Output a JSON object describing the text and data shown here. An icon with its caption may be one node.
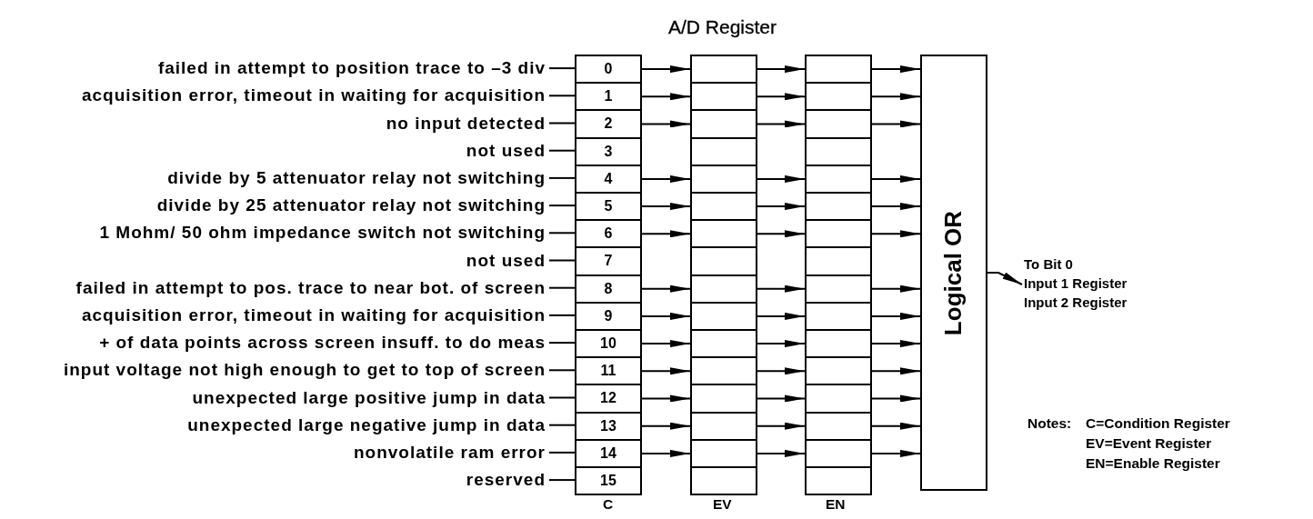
{
  "diagram": {
    "title": "A/D Register",
    "nodes": [
      {
        "text": [
          "failed in attempt to position trace to –3 div"
        ]
      },
      {
        "text": [
          "0"
        ]
      },
      {
        "text": [],
        "shape": "box"
      },
      {
        "text": [],
        "shape": "box"
      },
      {
        "text": [
          "acquisition error, timeout in waiting for acquisition"
        ]
      },
      {
        "text": [
          "1"
        ]
      },
      {
        "text": [],
        "shape": "box"
      },
      {
        "text": [],
        "shape": "box"
      },
      {
        "text": [
          "no input detected"
        ]
      },
      {
        "text": [
          "2"
        ]
      },
      {
        "text": [],
        "shape": "box"
      },
      {
        "text": [],
        "shape": "box"
      },
      {
        "text": [
          "not used"
        ]
      },
      {
        "text": [
          "3"
        ]
      },
      {
        "text": [],
        "shape": "box"
      },
      {
        "text": [],
        "shape": "box"
      },
      {
        "text": [
          "divide by 5 attenuator relay not switching"
        ]
      },
      {
        "text": [
          "4"
        ]
      },
      {
        "text": [],
        "shape": "box"
      },
      {
        "text": [],
        "shape": "box"
      },
      {
        "text": [
          "divide by 25 attenuator relay not switching"
        ]
      },
      {
        "text": [
          "5"
        ]
      },
      {
        "text": [],
        "shape": "box"
      },
      {
        "text": [],
        "shape": "box"
      },
      {
        "text": [
          "1 Mohm/ 50 ohm impedance switch not switching"
        ]
      },
      {
        "text": [
          "6"
        ]
      },
      {
        "text": [],
        "shape": "box"
      },
      {
        "text": [],
        "shape": "box"
      },
      {
        "text": [
          "not used"
        ]
      },
      {
        "text": [
          "7"
        ]
      },
      {
        "text": [],
        "shape": "box"
      },
      {
        "text": [],
        "shape": "box"
      },
      {
        "text": [
          "failed in attempt to pos. trace to near bot. of screen"
        ]
      },
      {
        "text": [
          "8"
        ]
      },
      {
        "text": [],
        "shape": "box"
      },
      {
        "text": [],
        "shape": "box"
      },
      {
        "text": [
          "acquisition error, timeout in waiting for acquisition"
        ]
      },
      {
        "text": [
          "9"
        ]
      },
      {
        "text": [],
        "shape": "box"
      },
      {
        "text": [],
        "shape": "box"
      },
      {
        "text": [
          "+ of data points across screen insuff. to do meas"
        ]
      },
      {
        "text": [
          "10"
        ]
      },
      {
        "text": [],
        "shape": "box"
      },
      {
        "text": [],
        "shape": "box"
      },
      {
        "text": [
          "input voltage not high enough to get to top of screen"
        ]
      },
      {
        "text": [
          "11"
        ]
      },
      {
        "text": [],
        "shape": "box"
      },
      {
        "text": [],
        "shape": "box"
      },
      {
        "text": [
          "unexpected large positive jump in data"
        ]
      },
      {
        "text": [
          "12"
        ]
      },
      {
        "text": [],
        "shape": "box"
      },
      {
        "text": [],
        "shape": "box"
      },
      {
        "text": [
          "unexpected large negative jump in data"
        ]
      },
      {
        "text": [
          "13"
        ]
      },
      {
        "text": [],
        "shape": "box"
      },
      {
        "text": [],
        "shape": "box"
      },
      {
        "text": [
          "nonvolatile ram error"
        ]
      },
      {
        "text": [
          "14"
        ]
      },
      {
        "text": [],
        "shape": "box"
      },
      {
        "text": [],
        "shape": "box"
      },
      {
        "text": [
          "reserved"
        ]
      },
      {
        "text": [
          "15"
        ]
      },
      {
        "text": [],
        "shape": "box"
      },
      {
        "text": [],
        "shape": "box"
      },
      {
        "text": [
          "Logical OR"
        ]
      },
      {
        "text": [
          "To Bit 0",
          "Input 1 Register",
          "Input 2 Register"
        ]
      }
    ],
    "edges": [
      {
        "from": 0,
        "to": 1,
        "arrow": "none"
      },
      {
        "from": 1,
        "to": 2,
        "arrow": "to"
      },
      {
        "from": 2,
        "to": 3,
        "arrow": "to"
      },
      {
        "from": 3,
        "to": 64,
        "arrow": "to"
      },
      {
        "from": 4,
        "to": 5,
        "arrow": "none"
      },
      {
        "from": 5,
        "to": 6,
        "arrow": "to"
      },
      {
        "from": 6,
        "to": 7,
        "arrow": "to"
      },
      {
        "from": 7,
        "to": 64,
        "arrow": "to"
      },
      {
        "from": 8,
        "to": 9,
        "arrow": "none"
      },
      {
        "from": 9,
        "to": 10,
        "arrow": "to"
      },
      {
        "from": 10,
        "to": 11,
        "arrow": "to"
      },
      {
        "from": 11,
        "to": 64,
        "arrow": "to"
      },
      {
        "from": 12,
        "to": 13,
        "arrow": "none"
      },
      {
        "from": 16,
        "to": 17,
        "arrow": "none"
      },
      {
        "from": 17,
        "to": 18,
        "arrow": "to"
      },
      {
        "from": 18,
        "to": 19,
        "arrow": "to"
      },
      {
        "from": 19,
        "to": 64,
        "arrow": "to"
      },
      {
        "from": 20,
        "to": 21,
        "arrow": "none"
      },
      {
        "from": 21,
        "to": 22,
        "arrow": "to"
      },
      {
        "from": 22,
        "to": 23,
        "arrow": "to"
      },
      {
        "from": 23,
        "to": 64,
        "arrow": "to"
      },
      {
        "from": 24,
        "to": 25,
        "arrow": "none"
      },
      {
        "from": 25,
        "to": 26,
        "arrow": "to"
      },
      {
        "from": 26,
        "to": 27,
        "arrow": "to"
      },
      {
        "from": 27,
        "to": 64,
        "arrow": "to"
      },
      {
        "from": 28,
        "to": 29,
        "arrow": "none"
      },
      {
        "from": 32,
        "to": 33,
        "arrow": "none"
      },
      {
        "from": 33,
        "to": 34,
        "arrow": "to"
      },
      {
        "from": 34,
        "to": 35,
        "arrow": "to"
      },
      {
        "from": 35,
        "to": 64,
        "arrow": "to"
      },
      {
        "from": 36,
        "to": 37,
        "arrow": "none"
      },
      {
        "from": 37,
        "to": 38,
        "arrow": "to"
      },
      {
        "from": 38,
        "to": 39,
        "arrow": "to"
      },
      {
        "from": 39,
        "to": 64,
        "arrow": "to"
      },
      {
        "from": 40,
        "to": 41,
        "arrow": "none"
      },
      {
        "from": 41,
        "to": 42,
        "arrow": "to"
      },
      {
        "from": 42,
        "to": 43,
        "arrow": "to"
      },
      {
        "from": 43,
        "to": 64,
        "arrow": "to"
      },
      {
        "from": 44,
        "to": 45,
        "arrow": "none"
      },
      {
        "from": 45,
        "to": 46,
        "arrow": "to"
      },
      {
        "from": 46,
        "to": 47,
        "arrow": "to"
      },
      {
        "from": 47,
        "to": 64,
        "arrow": "to"
      },
      {
        "from": 48,
        "to": 49,
        "arrow": "none"
      },
      {
        "from": 49,
        "to": 50,
        "arrow": "to"
      },
      {
        "from": 50,
        "to": 51,
        "arrow": "to"
      },
      {
        "from": 51,
        "to": 64,
        "arrow": "to"
      },
      {
        "from": 52,
        "to": 53,
        "arrow": "none"
      },
      {
        "from": 53,
        "to": 54,
        "arrow": "to"
      },
      {
        "from": 54,
        "to": 55,
        "arrow": "to"
      },
      {
        "from": 55,
        "to": 64,
        "arrow": "to"
      },
      {
        "from": 56,
        "to": 57,
        "arrow": "none"
      },
      {
        "from": 57,
        "to": 58,
        "arrow": "to"
      },
      {
        "from": 58,
        "to": 59,
        "arrow": "to"
      },
      {
        "from": 59,
        "to": 64,
        "arrow": "to"
      },
      {
        "from": 60,
        "to": 61,
        "arrow": "none"
      },
      {
        "from": 64,
        "to": 65,
        "arrow": "to"
      }
    ],
    "labels": [
      "Notes:",
      "C=Condition Register",
      "EV=Event Register",
      "EN=Enable Register",
      "C",
      "EV",
      "EN"
    ]
  }
}
